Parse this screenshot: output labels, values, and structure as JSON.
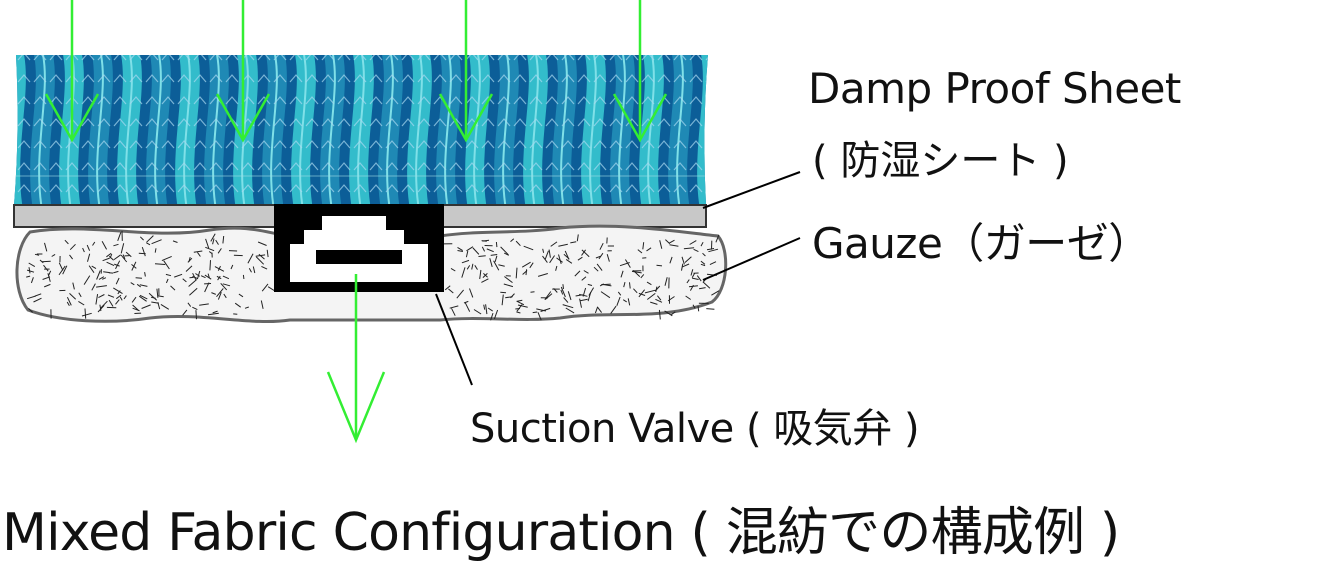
{
  "labels": {
    "damp_proof_sheet": "Damp Proof Sheet",
    "damp_proof_sheet_ja": "( 防湿シート )",
    "gauze": "Gauze（ガーゼ）",
    "suction_valve": "Suction Valve ( 吸気弁 )",
    "title": "Mixed Fabric Configuration ( 混紡での構成例 )"
  },
  "colors": {
    "fabric_dark": "#0c5e98",
    "fabric_light": "#33bccb",
    "fabric_stripe": "#7fe0e8",
    "sheet": "#c8c8c8",
    "gauze_fill": "#f4f4f4",
    "gauze_outline": "#666666",
    "flow_arrow": "#33ee33",
    "valve": "#000000",
    "leader_line": "#000000"
  },
  "icons": {
    "flow": "green-down-arrow",
    "valve": "suction-valve-symbol"
  }
}
